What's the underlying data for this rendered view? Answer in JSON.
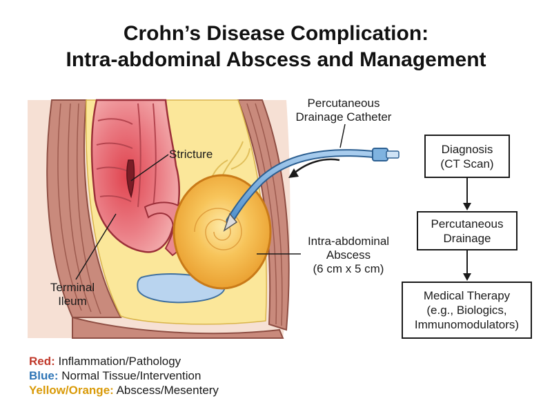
{
  "title": {
    "line1": "Crohn’s Disease Complication:",
    "line2": "Intra-abdominal Abscess and Management"
  },
  "labels": {
    "catheter_line1": "Percutaneous",
    "catheter_line2": "Drainage Catheter",
    "stricture": "Stricture",
    "ileum_line1": "Terminal",
    "ileum_line2": "Ileum",
    "abscess_line1": "Intra-abdominal",
    "abscess_line2": "Abscess",
    "abscess_line3": "(6 cm x 5 cm)"
  },
  "flowchart": {
    "steps": [
      {
        "line1": "Diagnosis",
        "line2": "(CT Scan)",
        "line3": ""
      },
      {
        "line1": "Percutaneous",
        "line2": "Drainage",
        "line3": ""
      },
      {
        "line1": "Medical Therapy",
        "line2": "(e.g., Biologics,",
        "line3": "Immunomodulators)"
      }
    ]
  },
  "legend": [
    {
      "key": "Red:",
      "text": " Inflammation/Pathology",
      "color": "#c0392b"
    },
    {
      "key": "Blue:",
      "text": " Normal Tissue/Intervention",
      "color": "#2e75b6"
    },
    {
      "key": "Yellow/Orange:",
      "text": " Abscess/Mesentery",
      "color": "#e3a008"
    }
  ],
  "colors": {
    "inflamed_bowel": "#e8828a",
    "abscess": "#f2b23a",
    "mesentery": "#fbe79a",
    "muscle_wall": "#c47a6e",
    "catheter": "#7fb3e0",
    "bladder": "#b9d4ef"
  }
}
